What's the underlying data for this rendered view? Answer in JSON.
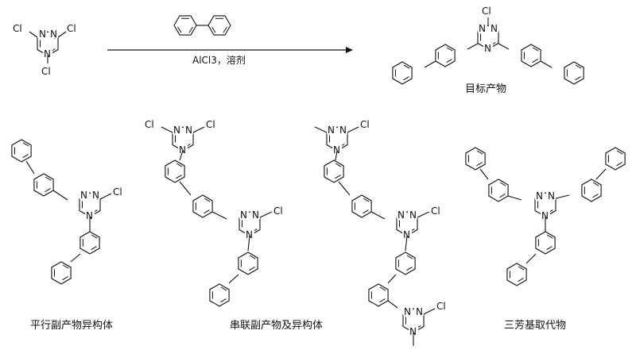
{
  "reaction": {
    "reagent_conditions": "AlCl3，溶剂",
    "atoms": {
      "chlorine": "Cl",
      "nitrogen": "N"
    }
  },
  "captions": {
    "target_product": "目标产物",
    "parallel_byproducts": "平行副产物异构体",
    "tandem_byproducts": "串联副产物及异构体",
    "trisubstituted": "三芳基取代物"
  }
}
